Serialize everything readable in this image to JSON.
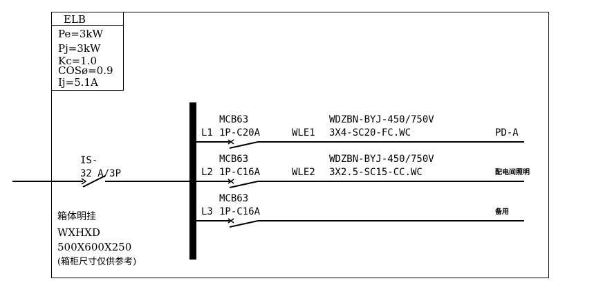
{
  "load_box": {
    "title": "ELB",
    "lines": [
      "Pe=3kW",
      "Pj=3kW",
      "Kc=1.0",
      "COSø=0.9",
      "Ij=5.1A"
    ]
  },
  "incoming_switch": {
    "line1": "IS-",
    "line2": "32 A/3P"
  },
  "cabinet": {
    "mounting": "箱体明挂",
    "model": "WXHXD",
    "size": "500X600X250",
    "note": "(箱柜尺寸仅供参考)"
  },
  "circuits": [
    {
      "phase": "L1",
      "breaker_model": "MCB63",
      "breaker_rating": "1P-C20A",
      "circuit_id": "WLE1",
      "cable_type": "WDZBN-BYJ-450/750V",
      "cable_spec": "3X4-SC20-FC.WC",
      "destination": "PD-A"
    },
    {
      "phase": "L2",
      "breaker_model": "MCB63",
      "breaker_rating": "1P-C16A",
      "circuit_id": "WLE2",
      "cable_type": "WDZBN-BYJ-450/750V",
      "cable_spec": "3X2.5-SC15-CC.WC",
      "destination": "配电间照明"
    },
    {
      "phase": "L3",
      "breaker_model": "MCB63",
      "breaker_rating": "1P-C16A",
      "circuit_id": "",
      "cable_type": "",
      "cable_spec": "",
      "destination": "备用"
    }
  ]
}
